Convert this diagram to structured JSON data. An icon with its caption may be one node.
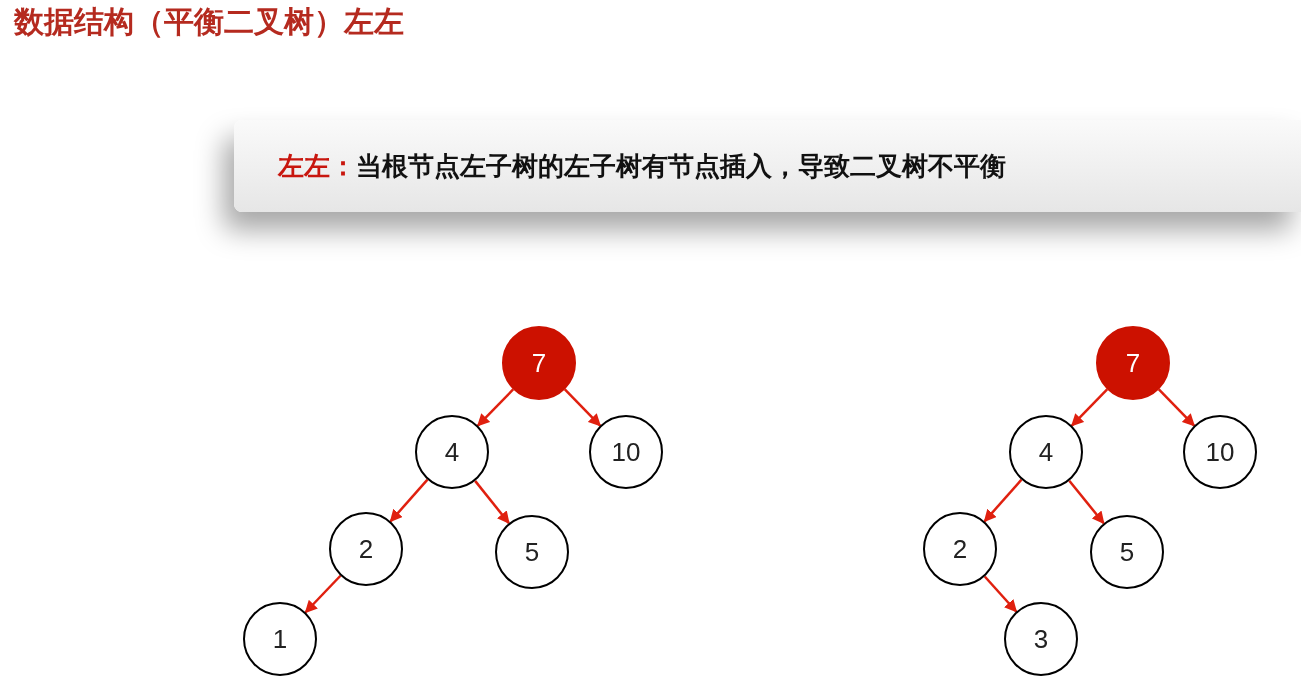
{
  "diagram": {
    "title": "数据结构（平衡二叉树）左左",
    "nodes": [
      {
        "text": [
          "左左：",
          "当根节点左子树的左子树有节点插入，导致二叉树不平衡"
        ]
      },
      {
        "text": [
          "7"
        ]
      },
      {
        "text": [
          "4"
        ]
      },
      {
        "text": [
          "10"
        ]
      },
      {
        "text": [
          "2"
        ]
      },
      {
        "text": [
          "5"
        ]
      },
      {
        "text": [
          "1"
        ]
      },
      {
        "text": [
          "7"
        ]
      },
      {
        "text": [
          "4"
        ]
      },
      {
        "text": [
          "10"
        ]
      },
      {
        "text": [
          "2"
        ]
      },
      {
        "text": [
          "5"
        ]
      },
      {
        "text": [
          "3"
        ]
      }
    ],
    "edges": [
      {
        "from": 1,
        "to": 2,
        "arrow": "to"
      },
      {
        "from": 1,
        "to": 3,
        "arrow": "to"
      },
      {
        "from": 2,
        "to": 4,
        "arrow": "to"
      },
      {
        "from": 2,
        "to": 5,
        "arrow": "to"
      },
      {
        "from": 4,
        "to": 6,
        "arrow": "to"
      },
      {
        "from": 7,
        "to": 8,
        "arrow": "to"
      },
      {
        "from": 7,
        "to": 9,
        "arrow": "to"
      },
      {
        "from": 8,
        "to": 10,
        "arrow": "to"
      },
      {
        "from": 8,
        "to": 11,
        "arrow": "to"
      },
      {
        "from": 10,
        "to": 12,
        "arrow": "to"
      }
    ]
  }
}
